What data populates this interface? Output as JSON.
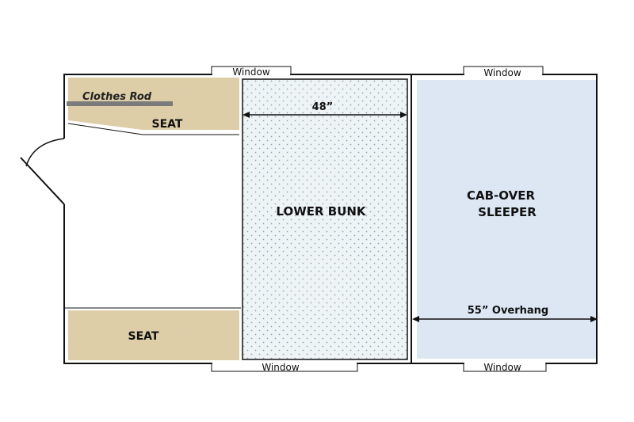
{
  "labels": {
    "clothes_rod": "Clothes Rod",
    "seat_top": "SEAT",
    "seat_bottom": "SEAT",
    "lower_bunk": "LOWER BUNK",
    "bunk_width": "48”",
    "cabover_line1": "CAB-OVER",
    "cabover_line2": "SLEEPER",
    "overhang": "55” Overhang"
  },
  "windows": {
    "top_left": "Window",
    "top_right": "Window",
    "bottom_left": "Window",
    "bottom_right": "Window"
  },
  "colors": {
    "seat_fill": "#e3d3ad",
    "bunk_dot": "#8fa7b6",
    "cabover_fill": "#dce7f3",
    "wall": "#111111",
    "rod": "#7b7b7b"
  }
}
